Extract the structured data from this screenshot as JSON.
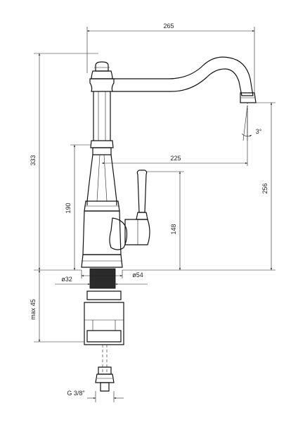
{
  "dimensions": {
    "total_width": "265",
    "total_height": "333",
    "spout_reach": "225",
    "spout_height": "256",
    "body_height": "190",
    "handle_height": "148",
    "base_diameter": "ø54",
    "shank_diameter": "ø32",
    "mount_depth": "max 45",
    "spout_angle": "3°",
    "thread": "G 3/8\""
  },
  "colors": {
    "line": "#111111",
    "hatch": "#2b2b2b",
    "background": "#ffffff"
  }
}
